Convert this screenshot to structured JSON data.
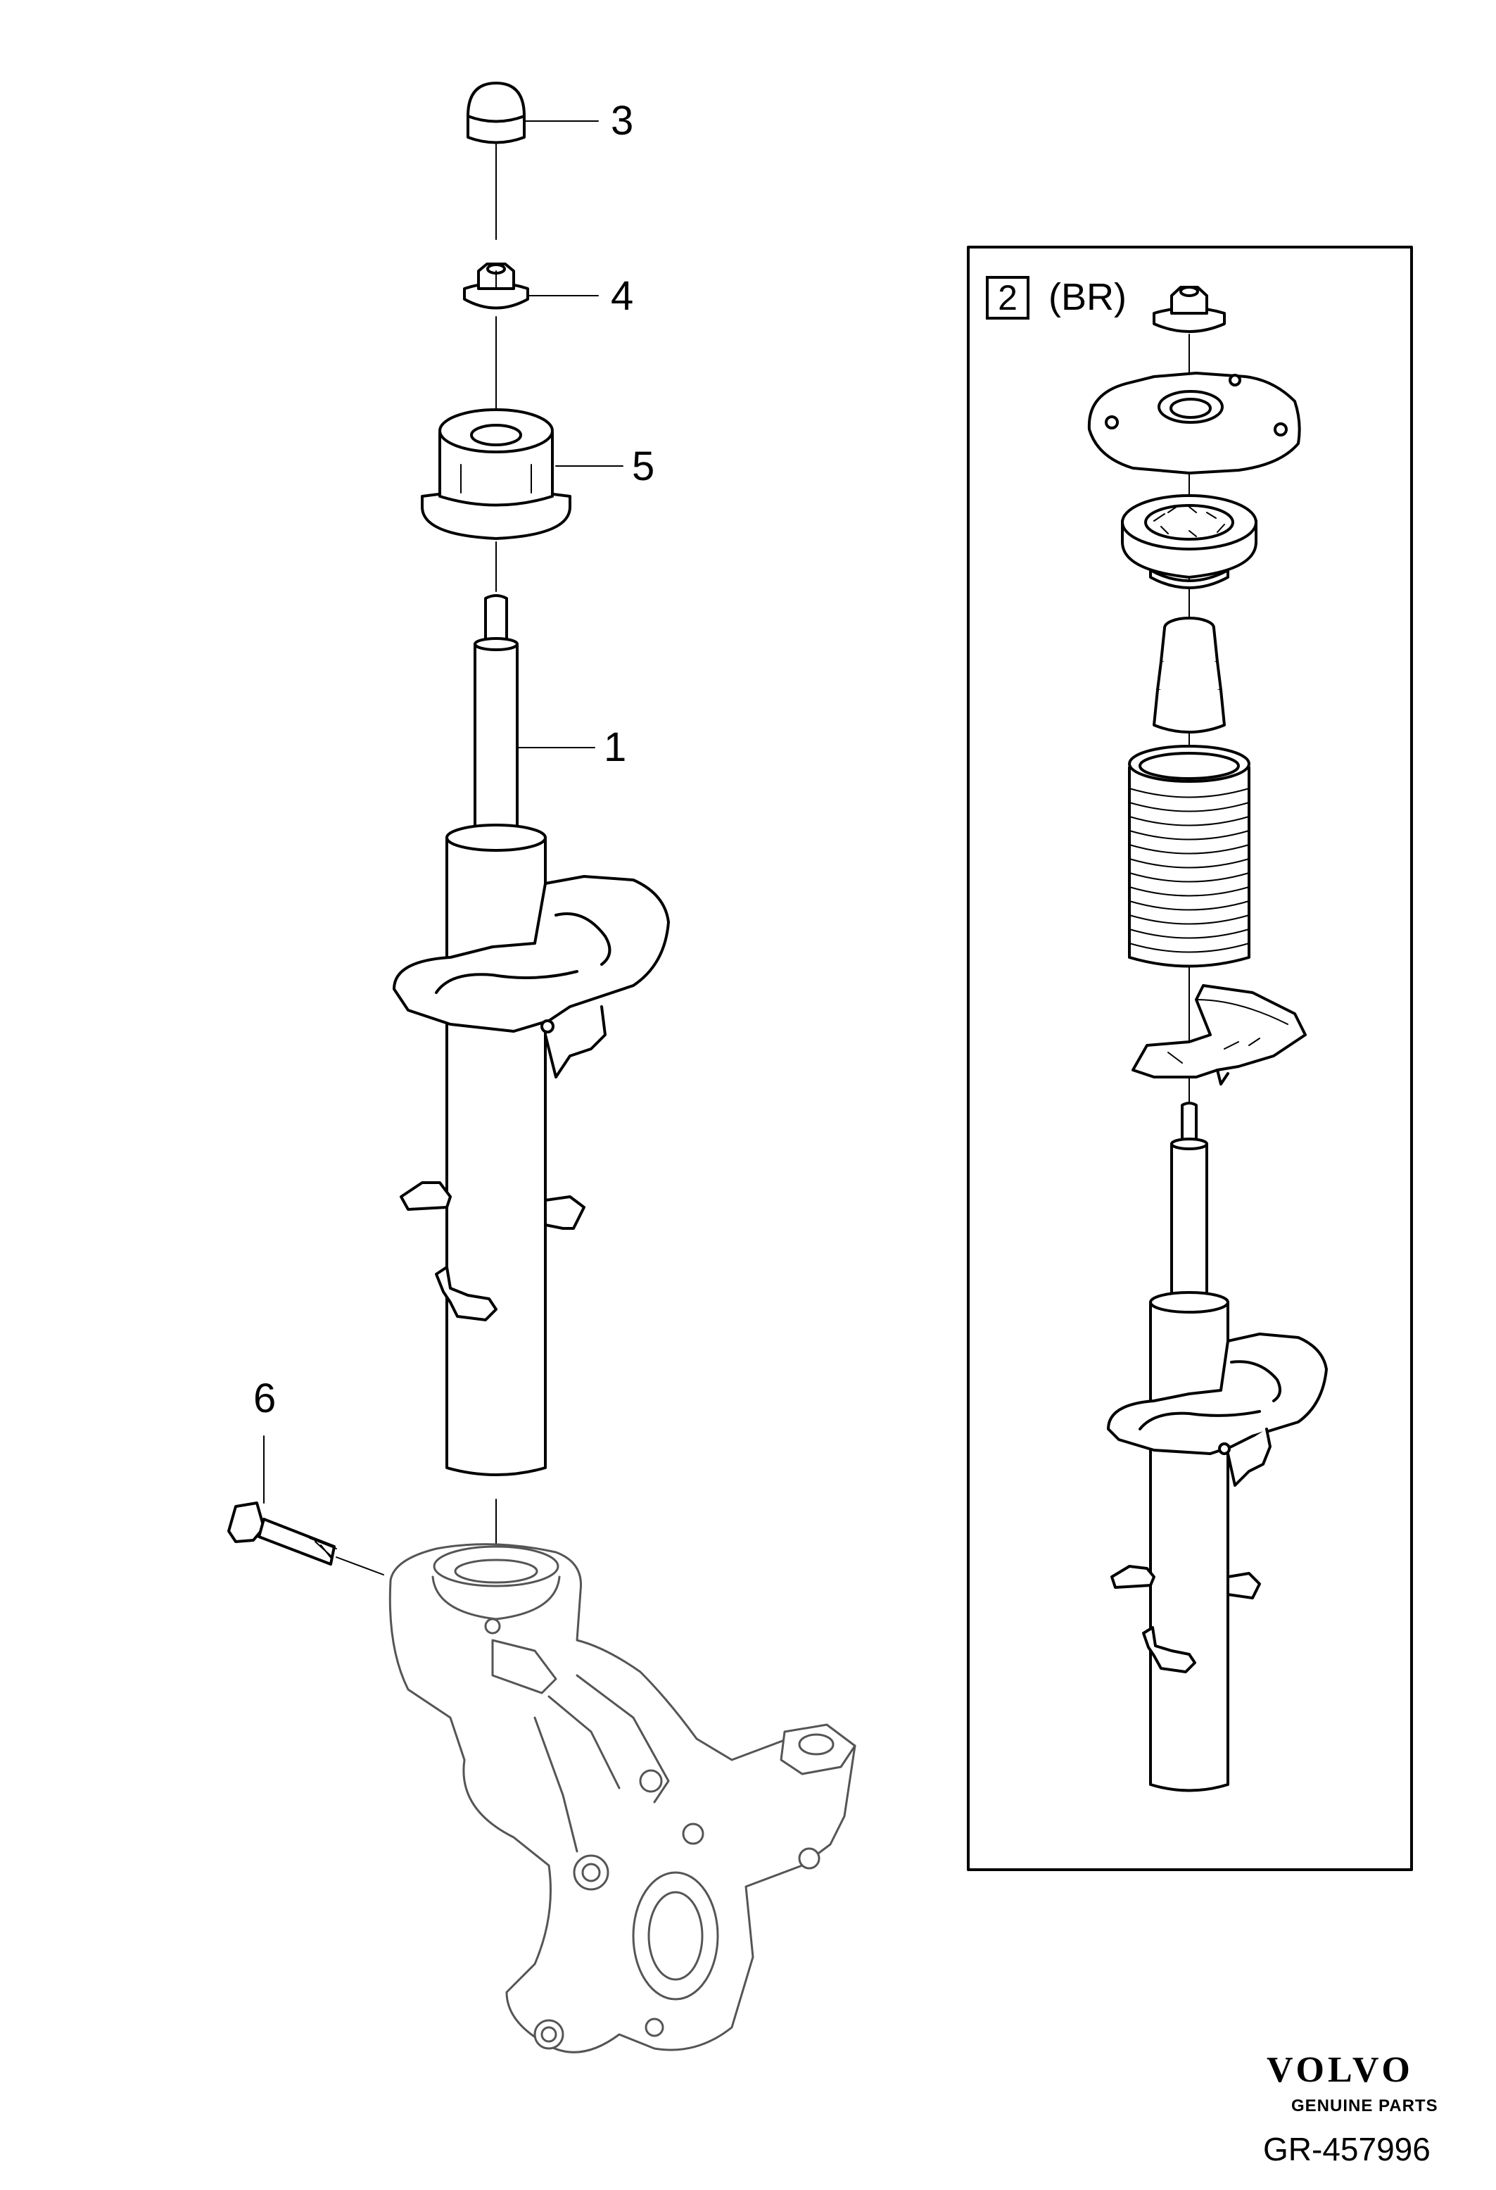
{
  "diagram": {
    "callouts": {
      "c1": "1",
      "c3": "3",
      "c4": "4",
      "c5": "5",
      "c6": "6"
    },
    "inset": {
      "ref_number": "2",
      "variant": "(BR)"
    },
    "footer": {
      "brand": "VOLVO",
      "tagline": "GENUINE PARTS",
      "illustration_id": "GR-457996"
    }
  }
}
